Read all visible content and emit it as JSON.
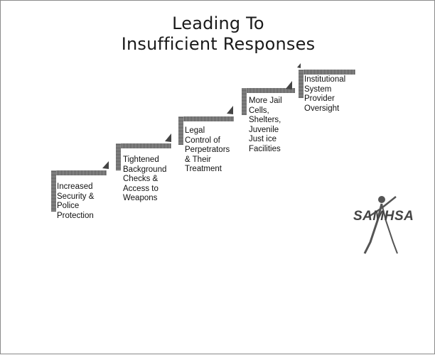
{
  "title": {
    "line1": "Leading To",
    "line2": "Insufficient Responses"
  },
  "steps": [
    {
      "label": "Increased\nSecurity &\nPolice\nProtection"
    },
    {
      "label": "Tightened\nBackground\nChecks &\nAccess to\nWeapons"
    },
    {
      "label": "Legal\nControl of\nPerpetrators\n& Their\nTreatment"
    },
    {
      "label": "More Jail\nCells,\nShelters,\nJuvenile\nJust ice\nFacilities"
    },
    {
      "label": "Institutional\nSystem\nProvider\nOversight"
    }
  ],
  "logo": {
    "text": "SAMHSA"
  }
}
